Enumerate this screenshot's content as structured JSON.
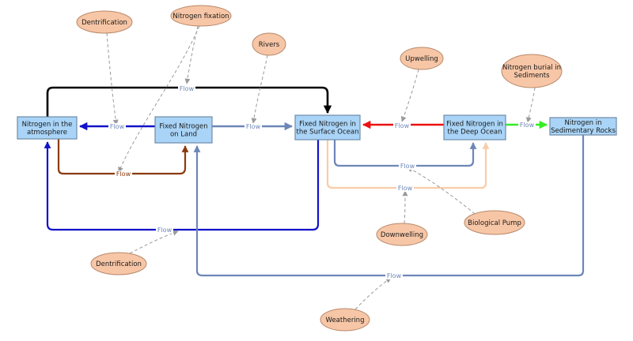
{
  "colors": {
    "stock_fill": "#a9d4f7",
    "stock_stroke": "#6f8ba8",
    "aux_fill": "#f7c6a6",
    "aux_stroke": "#b8896a",
    "black": "#000000",
    "blue": "#1212c9",
    "brown": "#8b3a0e",
    "slate": "#6d86b8",
    "red": "#ee1111",
    "green": "#33ee22",
    "peach": "#f8cda9",
    "link": "#9a9a9a"
  },
  "stocks": {
    "atmosphere": {
      "lines": [
        "Nitrogen in the",
        "atmosphere"
      ]
    },
    "land": {
      "lines": [
        "Fixed Nitrogen",
        "on Land"
      ]
    },
    "surface": {
      "lines": [
        "Fixed Nitrogen in",
        "the Surface Ocean"
      ]
    },
    "deep": {
      "lines": [
        "Fixed Nitrogen in",
        "the Deep Ocean"
      ]
    },
    "rocks": {
      "lines": [
        "Nitrogen in",
        "Sedimentary Rocks"
      ]
    }
  },
  "auxiliaries": {
    "dentrification_top": {
      "lines": [
        "Dentrification"
      ]
    },
    "nitrogen_fixation": {
      "lines": [
        "Nitrogen fixation"
      ]
    },
    "rivers": {
      "lines": [
        "Rivers"
      ]
    },
    "upwelling": {
      "lines": [
        "Upwelling"
      ]
    },
    "burial": {
      "lines": [
        "Nitrogen burial in",
        "Sediments"
      ]
    },
    "biological_pump": {
      "lines": [
        "Biological Pump"
      ]
    },
    "downwelling": {
      "lines": [
        "Downwelling"
      ]
    },
    "dentrification_bottom": {
      "lines": [
        "Dentrification"
      ]
    },
    "weathering": {
      "lines": [
        "Weathering"
      ]
    }
  },
  "flows": {
    "top_black": {
      "label": "Flow"
    },
    "blue_land_atm": {
      "label": "Flow"
    },
    "brown_atm_land": {
      "label": "Flow"
    },
    "rivers_flow": {
      "label": "Flow"
    },
    "upwelling_flow": {
      "label": "Flow"
    },
    "burial_flow": {
      "label": "Flow"
    },
    "pump_flow": {
      "label": "Flow"
    },
    "down_flow": {
      "label": "Flow"
    },
    "dent_bottom_flow": {
      "label": "Flow"
    },
    "weathering_flow": {
      "label": "Flow"
    }
  }
}
